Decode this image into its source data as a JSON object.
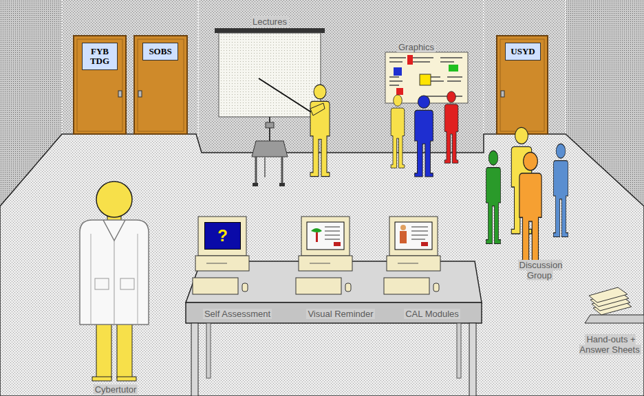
{
  "diagram": {
    "nodes": [
      {
        "text": [
          "FYB TDG"
        ]
      },
      {
        "text": [
          "SOBS"
        ]
      },
      {
        "text": [
          "USYD"
        ]
      },
      {
        "text": [
          "?"
        ]
      }
    ],
    "labels": [
      "Lectures",
      "Graphics",
      "Self Assessment",
      "Visual Reminder",
      "CAL Modules",
      "Cybertutor",
      "Discussion Group",
      "Hand-outs + Answer Sheets"
    ]
  }
}
